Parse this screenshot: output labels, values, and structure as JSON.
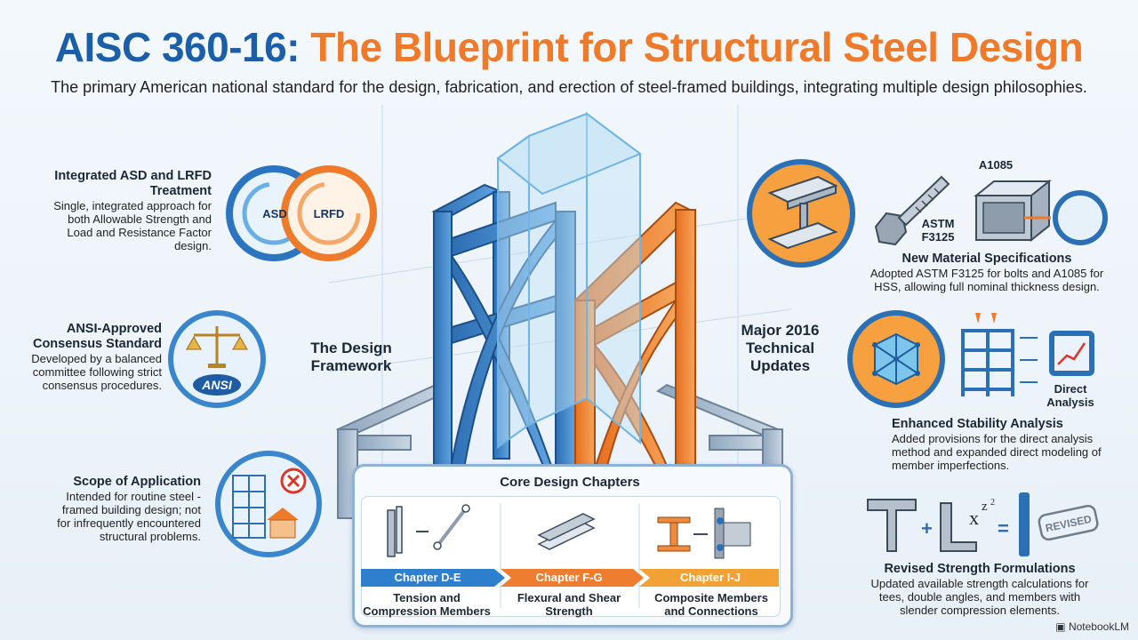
{
  "header": {
    "title_part1": "AISC 360-16:",
    "title_part2": "The Blueprint for Structural Steel Design",
    "subtitle": "The primary American national standard for the design, fabrication, and erection of steel-framed buildings, integrating multiple design philosophies."
  },
  "left_features": [
    {
      "heading": "Integrated ASD and LRFD Treatment",
      "body": "Single, integrated approach for both Allowable Strength and Load and Resistance Factor design."
    },
    {
      "heading": "ANSI-Approved Consensus Standard",
      "body": "Developed by a balanced committee following strict consensus procedures."
    },
    {
      "heading": "Scope of Application",
      "body": "Intended for routine steel - framed building design; not for infrequently encountered structural problems."
    }
  ],
  "badges": {
    "asd": "ASD",
    "lrfd": "LRFD",
    "ansi": "ANSI",
    "revised": "REVISED"
  },
  "center_labels": {
    "left": "The Design Framework",
    "right": "Major 2016 Technical Updates"
  },
  "right_features": [
    {
      "heading": "New Material Specifications",
      "body": "Adopted ASTM F3125 for bolts and A1085 for HSS, allowing full nominal thickness design."
    },
    {
      "heading": "Enhanced Stability Analysis",
      "body": "Added provisions for the direct analysis method and expanded direct modeling of member imperfections."
    },
    {
      "heading": "Revised Strength Formulations",
      "body": "Updated available strength calculations for tees, double angles, and members with slender compression elements."
    }
  ],
  "material_labels": {
    "bolt": "ASTM F3125",
    "hss": "A1085"
  },
  "stability_label": "Direct Analysis",
  "formula": {
    "plus": "+",
    "expr": "x",
    "sup": "z",
    "sup2": "2",
    "equals": "="
  },
  "chapters": {
    "title": "Core Design Chapters",
    "items": [
      {
        "label": "Chapter D-E",
        "desc": "Tension and Compression Members"
      },
      {
        "label": "Chapter F-G",
        "desc": "Flexural and Shear Strength"
      },
      {
        "label": "Chapter I-J",
        "desc": "Composite Members and Connections"
      }
    ]
  },
  "footer": "NotebookLM",
  "colors": {
    "blue": "#1a5fa8",
    "orange": "#ee7a2a",
    "chap1": "#2f7fcf",
    "chap2": "#ef7d2f",
    "chap3": "#f2a234"
  }
}
